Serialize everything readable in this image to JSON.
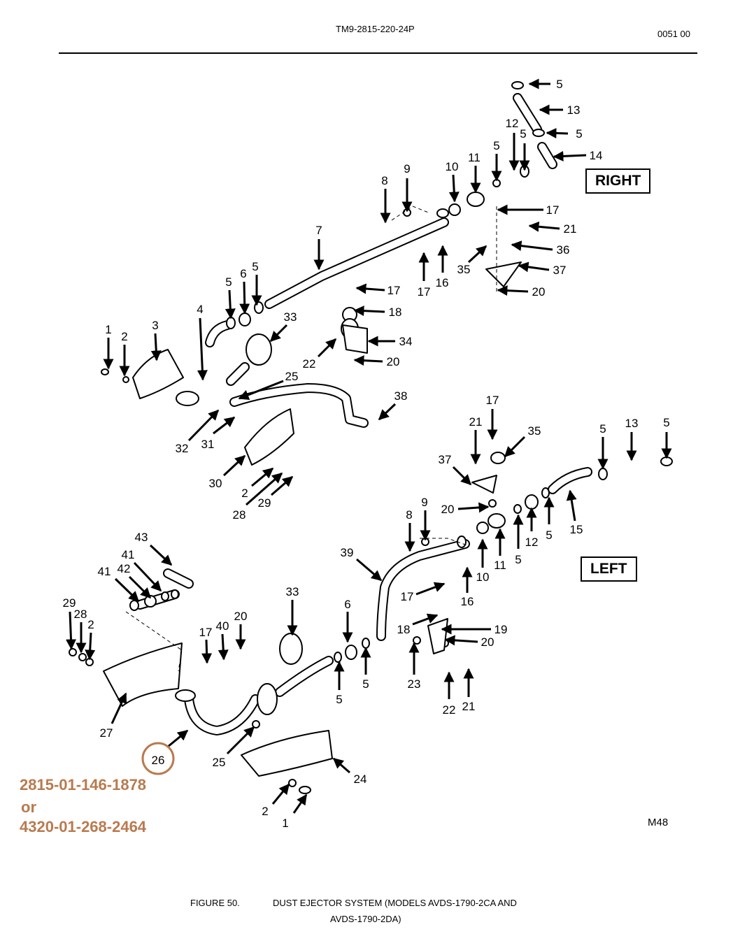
{
  "header": {
    "document_id": "TM9-2815-220-24P",
    "page_number": "0051  00"
  },
  "diagram": {
    "right_label": "RIGHT",
    "left_label": "LEFT",
    "sheet_mark": "M48",
    "highlighted_item": "26",
    "highlight_color": "#b97a4f",
    "callouts": [
      "5",
      "13",
      "5",
      "14",
      "12",
      "5",
      "5",
      "11",
      "10",
      "9",
      "8",
      "17",
      "21",
      "36",
      "37",
      "20",
      "35",
      "16",
      "17",
      "7",
      "5",
      "6",
      "5",
      "4",
      "33",
      "17",
      "18",
      "34",
      "20",
      "22",
      "1",
      "2",
      "3",
      "25",
      "38",
      "32",
      "31",
      "30",
      "2",
      "28",
      "29",
      "17",
      "21",
      "35",
      "37",
      "5",
      "13",
      "5",
      "20",
      "15",
      "5",
      "12",
      "5",
      "11",
      "10",
      "9",
      "8",
      "39",
      "16",
      "17",
      "18",
      "19",
      "20",
      "23",
      "22",
      "21",
      "33",
      "6",
      "5",
      "5",
      "43",
      "41",
      "42",
      "41",
      "29",
      "28",
      "2",
      "17",
      "40",
      "20",
      "27",
      "26",
      "25",
      "24",
      "2",
      "1"
    ]
  },
  "annotation": {
    "nsn_1": "2815-01-146-1878",
    "or": "or",
    "nsn_2": "4320-01-268-2464"
  },
  "caption": {
    "figure": "FIGURE 50.",
    "title_line1": "DUST EJECTOR SYSTEM (MODELS AVDS-1790-2CA AND",
    "title_line2": "AVDS-1790-2DA)"
  }
}
